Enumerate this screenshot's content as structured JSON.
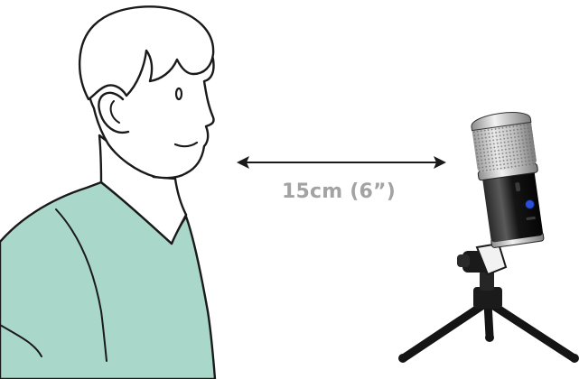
{
  "distance_label": "15cm (6”)",
  "colors": {
    "shirt": "#a9d8cb",
    "outline": "#1a1a1a",
    "arrow": "#1a1a1a",
    "label": "#a3a3a3",
    "mic_body": "#111111",
    "mic_grille": "#d6d6d6",
    "mic_chrome": "#c4c4c4",
    "mic_knob": "#2b4fd6"
  },
  "icons": {
    "person": "person-illustration",
    "microphone": "usb-condenser-microphone-on-tripod"
  }
}
